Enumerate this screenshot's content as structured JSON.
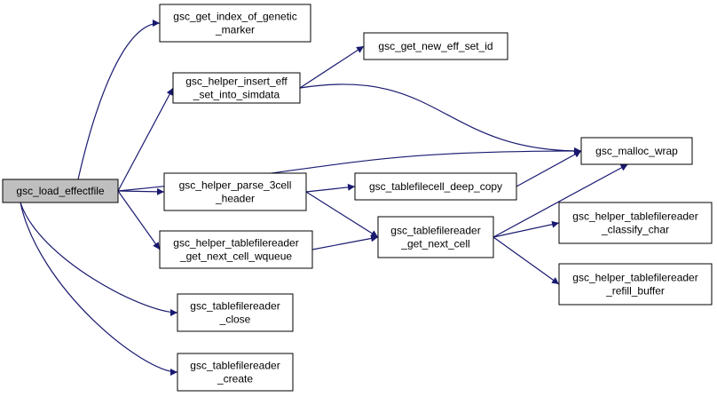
{
  "colors": {
    "edge": "#191970",
    "node_border": "#000000",
    "node_fill": "#ffffff",
    "root_fill": "#bfbfbf"
  },
  "nodes": [
    {
      "id": "load",
      "lines": [
        "gsc_load_effectfile"
      ],
      "root": true
    },
    {
      "id": "getidx",
      "lines": [
        "gsc_get_index_of_genetic",
        "_marker"
      ]
    },
    {
      "id": "insert",
      "lines": [
        "gsc_helper_insert_eff",
        "_set_into_simdata"
      ]
    },
    {
      "id": "neweff",
      "lines": [
        "gsc_get_new_eff_set_id"
      ]
    },
    {
      "id": "malloc",
      "lines": [
        "gsc_malloc_wrap"
      ]
    },
    {
      "id": "parse",
      "lines": [
        "gsc_helper_parse_3cell",
        "_header"
      ]
    },
    {
      "id": "deepcopy",
      "lines": [
        "gsc_tablefilecell_deep_copy"
      ]
    },
    {
      "id": "wqueue",
      "lines": [
        "gsc_helper_tablefilereader",
        "_get_next_cell_wqueue"
      ]
    },
    {
      "id": "nextcell",
      "lines": [
        "gsc_tablefilereader",
        "_get_next_cell"
      ]
    },
    {
      "id": "classify",
      "lines": [
        "gsc_helper_tablefilereader",
        "_classify_char"
      ]
    },
    {
      "id": "refill",
      "lines": [
        "gsc_helper_tablefilereader",
        "_refill_buffer"
      ]
    },
    {
      "id": "close",
      "lines": [
        "gsc_tablefilereader",
        "_close"
      ]
    },
    {
      "id": "create",
      "lines": [
        "gsc_tablefilereader",
        "_create"
      ]
    }
  ],
  "edges": [
    [
      "load",
      "getidx"
    ],
    [
      "load",
      "insert"
    ],
    [
      "load",
      "malloc"
    ],
    [
      "load",
      "parse"
    ],
    [
      "load",
      "wqueue"
    ],
    [
      "load",
      "close"
    ],
    [
      "load",
      "create"
    ],
    [
      "insert",
      "neweff"
    ],
    [
      "insert",
      "malloc"
    ],
    [
      "parse",
      "deepcopy"
    ],
    [
      "parse",
      "nextcell"
    ],
    [
      "deepcopy",
      "malloc"
    ],
    [
      "wqueue",
      "nextcell"
    ],
    [
      "nextcell",
      "malloc"
    ],
    [
      "nextcell",
      "classify"
    ],
    [
      "nextcell",
      "refill"
    ]
  ]
}
